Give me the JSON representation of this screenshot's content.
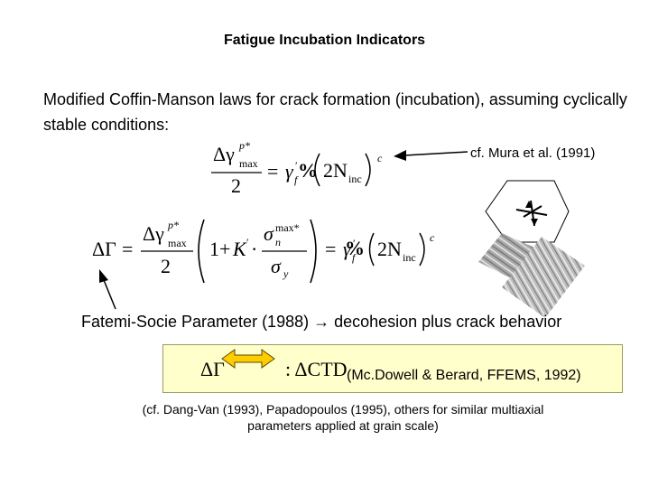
{
  "title": "Fatigue Incubation Indicators",
  "intro": "Modified Coffin-Manson laws for crack formation (incubation), assuming cyclically stable conditions:",
  "ref_mura": "cf. Mura et al. (1991)",
  "fatemi": "Fatemi-Socie Parameter (1988) → decohesion plus crack behavior",
  "mcdowell_ref": "(Mc.Dowell & Berard, FFEMS, 1992)",
  "note": "(cf. Dang-Van (1993), Papadopoulos (1995), others for similar multiaxial parameters applied at grain scale)",
  "equation3": {
    "lhs": "ΔΓ",
    "rhs": ": ΔCTD"
  },
  "colors": {
    "equation_box": "#ffffcc",
    "arrow_fill": "#ffcc00"
  }
}
